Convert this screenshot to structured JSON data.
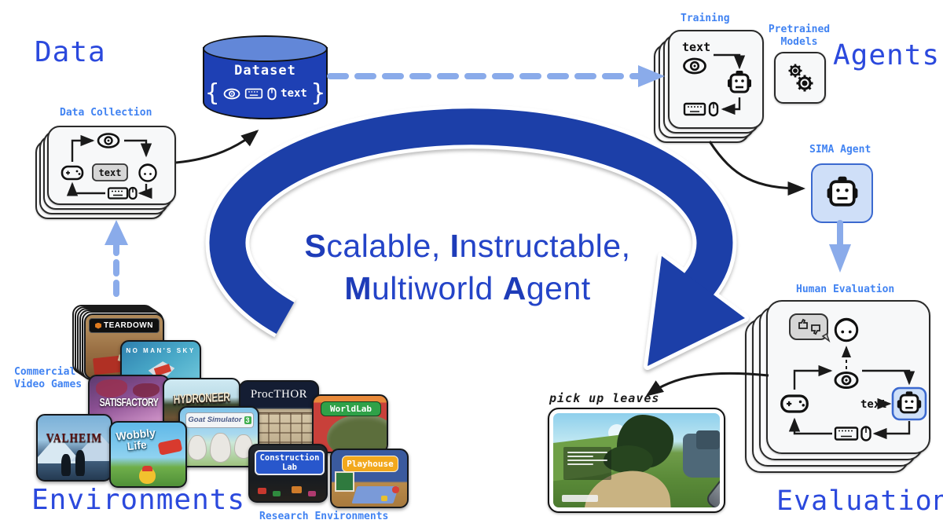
{
  "colors": {
    "title_blue": "#2b49dd",
    "label_blue": "#4183f2",
    "ring_blue": "#1c3fa8",
    "center_text_blue": "#2444c8",
    "dataset_body": "#1e40b4",
    "dataset_top": "#6287d8",
    "sima_box_fill": "#cfdff8",
    "sima_box_border": "#3b69cf",
    "dashed_arrow_blue": "#8aabea"
  },
  "titles": {
    "data": "Data",
    "agents": "Agents",
    "environments": "Environments",
    "evaluation": "Evaluation"
  },
  "labels": {
    "data_collection": "Data Collection",
    "training": "Training",
    "pretrained_models_line1": "Pretrained",
    "pretrained_models_line2": "Models",
    "sima_agent": "SIMA Agent",
    "human_evaluation": "Human Evaluation",
    "commercial_line1": "Commercial",
    "commercial_line2": "Video Games",
    "research_environments": "Research Environments",
    "instruction": "pick up leaves"
  },
  "dataset": {
    "title": "Dataset",
    "brace_left": "{",
    "brace_right": "}",
    "text_token": "text",
    "icons": [
      "eye-icon",
      "keyboard-icon",
      "mouse-icon"
    ]
  },
  "center": {
    "l1_b1": "S",
    "l1_r1": "calable, ",
    "l1_b2": "I",
    "l1_r2": "nstructable,",
    "l2_b1": "M",
    "l2_r1": "ultiworld ",
    "l2_b2": "A",
    "l2_r2": "gent"
  },
  "cards": {
    "data_collection": {
      "text_token": "text",
      "icons": [
        "gamepad-icon",
        "eye-icon",
        "speech-bubble",
        "person-icon",
        "keyboard-icon",
        "mouse-icon"
      ]
    },
    "training": {
      "text_token": "text",
      "icons": [
        "eye-icon",
        "robot-icon",
        "keyboard-icon",
        "mouse-icon"
      ]
    },
    "human_evaluation": {
      "text_token": "text",
      "icons": [
        "thumbs-bubble",
        "person-icon",
        "eye-icon",
        "gamepad-icon",
        "robot-icon",
        "keyboard-icon",
        "mouse-icon"
      ]
    },
    "pretrained_models": {
      "icons": [
        "gears-icon"
      ]
    },
    "sima_agent": {
      "icons": [
        "robot-icon"
      ]
    }
  },
  "environments": {
    "games": [
      {
        "name": "Teardown",
        "label": "TEARDOWN"
      },
      {
        "name": "No Man's Sky",
        "label": "NO MAN'S SKY"
      },
      {
        "name": "Satisfactory",
        "label": "SATISFACTORY"
      },
      {
        "name": "Hydroneer",
        "label": "HYDRONEER"
      },
      {
        "name": "ProcTHOR",
        "label": "ProcTHOR"
      },
      {
        "name": "WorldLab",
        "label": "WorldLab"
      },
      {
        "name": "Goat Simulator 3",
        "label": "Goat Simulator",
        "badge": "3"
      },
      {
        "name": "Valheim",
        "label": "VALHEIM"
      },
      {
        "name": "Wobbly Life",
        "label_line1": "Wobbly",
        "label_line2": "Life"
      },
      {
        "name": "Construction Lab",
        "label_line1": "Construction",
        "label_line2": "Lab"
      },
      {
        "name": "Playhouse",
        "label": "Playhouse"
      }
    ]
  }
}
